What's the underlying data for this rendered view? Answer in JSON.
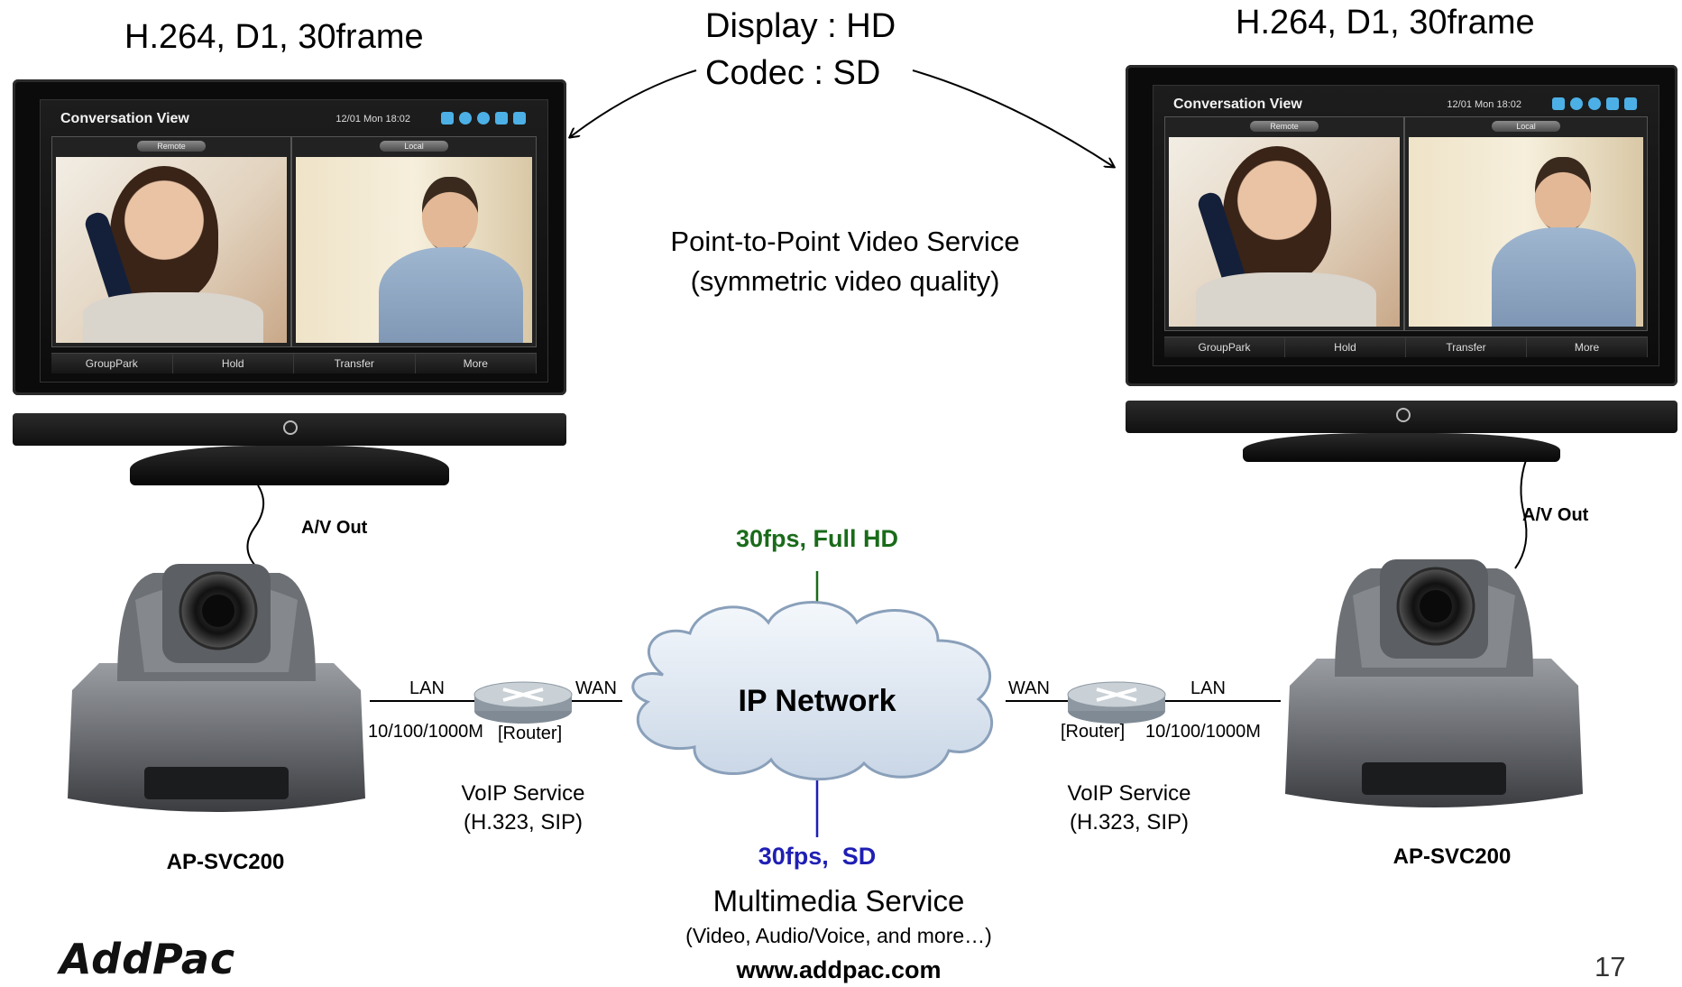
{
  "left_tv": {
    "codec_label": "H.264, D1, 30frame",
    "conversation_title": "Conversation View",
    "datetime": "12/01 Mon 18:02",
    "remote_tab": "Remote",
    "local_tab": "Local",
    "buttons": [
      "GroupPark",
      "Hold",
      "Transfer",
      "More"
    ]
  },
  "right_tv": {
    "codec_label": "H.264, D1, 30frame",
    "conversation_title": "Conversation View",
    "datetime": "12/01 Mon 18:02",
    "remote_tab": "Remote",
    "local_tab": "Local",
    "buttons": [
      "GroupPark",
      "Hold",
      "Transfer",
      "More"
    ]
  },
  "display_note": {
    "line1": "Display : HD",
    "line2": "Codec : SD"
  },
  "service_note": {
    "line1": "Point-to-Point Video Service",
    "line2": "(symmetric video quality)"
  },
  "left_side": {
    "av_out": "A/V Out",
    "lan": "LAN",
    "wan": "WAN",
    "speed": "10/100/1000M",
    "router": "[Router]",
    "voip_line1": "VoIP Service",
    "voip_line2": "(H.323, SIP)",
    "device": "AP-SVC200"
  },
  "right_side": {
    "av_out": "A/V Out",
    "lan": "LAN",
    "wan": "WAN",
    "speed": "10/100/1000M",
    "router": "[Router]",
    "voip_line1": "VoIP Service",
    "voip_line2": "(H.323, SIP)",
    "device": "AP-SVC200"
  },
  "network": {
    "cloud_label": "IP Network",
    "top_stream": "30fps, Full HD",
    "top_stream_color": "#1a6b1a",
    "bottom_stream": "30fps,  SD",
    "bottom_stream_color": "#1f1fb4"
  },
  "multimedia": {
    "line1": "Multimedia Service",
    "line2": "(Video, Audio/Voice, and more…)"
  },
  "footer": {
    "logo": "AddPac",
    "url": "www.addpac.com",
    "page_number": "17"
  }
}
